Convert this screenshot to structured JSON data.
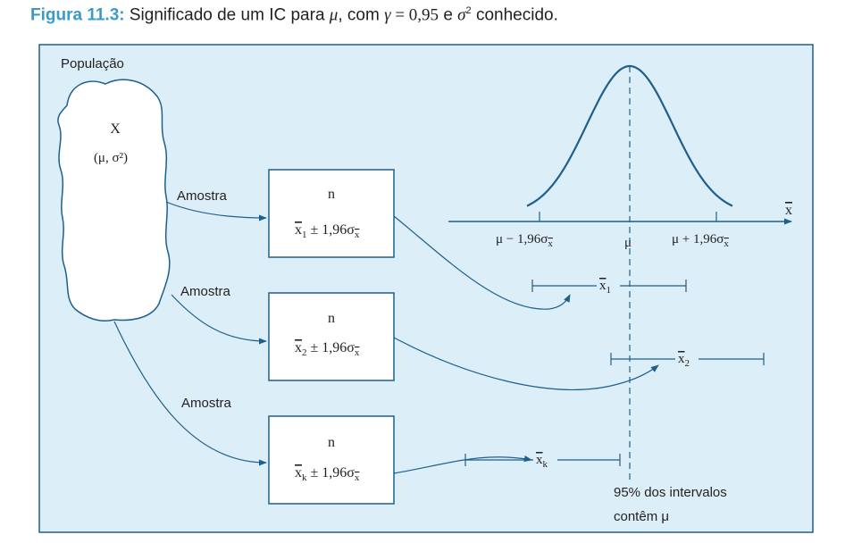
{
  "caption": {
    "label": "Figura 11.3:",
    "text1": " Significado de um IC para ",
    "mu": "μ",
    "text2": ", com ",
    "gamma": "γ",
    "eq": " = 0,95",
    "text3": " e ",
    "sigma": "σ",
    "sup": "2",
    "text4": " conhecido."
  },
  "population": {
    "title": "População",
    "var": "X",
    "params": "(μ, σ²)"
  },
  "sample_label": "Amostra",
  "boxes": [
    {
      "n": "n",
      "xbar": "x",
      "sub": "1",
      "ci": " ± 1,96σ",
      "sigma_sub": "x"
    },
    {
      "n": "n",
      "xbar": "x",
      "sub": "2",
      "ci": " ± 1,96σ",
      "sigma_sub": "x"
    },
    {
      "n": "n",
      "xbar": "x",
      "sub": "k",
      "ci": " ± 1,96σ",
      "sigma_sub": "x"
    }
  ],
  "axis": {
    "xbar": "x",
    "left": "μ − 1,96σ",
    "center": "μ",
    "right": "μ + 1,96σ",
    "sigma_sub": "x"
  },
  "intervals": [
    {
      "xbar": "x",
      "sub": "1"
    },
    {
      "xbar": "x",
      "sub": "2"
    },
    {
      "xbar": "x",
      "sub": "k"
    }
  ],
  "note": {
    "line1": "95% dos intervalos",
    "line2": "contêm μ"
  },
  "colors": {
    "panel": "#dceef8",
    "border": "#1f5f8b",
    "accent": "#3a9bc8",
    "text": "#231f20"
  }
}
